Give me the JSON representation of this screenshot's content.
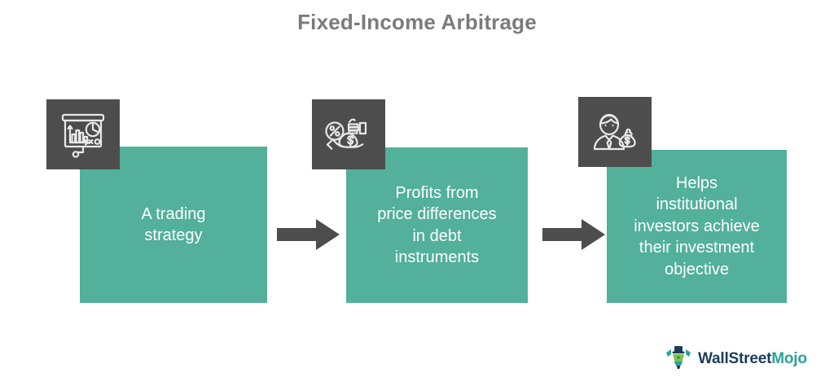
{
  "title": "Fixed-Income Arbitrage",
  "colors": {
    "box_teal": "#52b09b",
    "icon_tile_gray": "#4d4d4d",
    "arrow_gray": "#4d4d4d",
    "title_gray": "#7b7b7b",
    "text_white": "#ffffff",
    "logo_wall": "#1d3c57",
    "logo_mojo": "#2aa39a"
  },
  "steps": [
    {
      "id": "step-1",
      "text": "A trading\nstrategy",
      "icon": "presentation-chart-icon"
    },
    {
      "id": "step-2",
      "text": "Profits from\nprice differences\nin debt\ninstruments",
      "icon": "hand-money-bag-percent-icon"
    },
    {
      "id": "step-3",
      "text": "Helps\ninstitutional\ninvestors achieve\ntheir investment\nobjective",
      "icon": "businessman-money-bag-icon"
    }
  ],
  "arrows": [
    {
      "id": "arrow-1",
      "icon": "arrow-right-icon"
    },
    {
      "id": "arrow-2",
      "icon": "arrow-right-icon"
    }
  ],
  "logo": {
    "mark": "wallstreetmojo-bull-icon",
    "text_primary": "WallStreet",
    "text_accent": "Mojo"
  }
}
